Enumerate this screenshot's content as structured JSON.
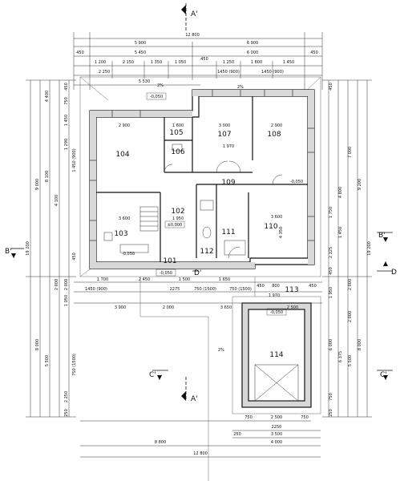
{
  "plan": {
    "rooms": [
      "101",
      "102",
      "103",
      "104",
      "105",
      "106",
      "107",
      "108",
      "109",
      "110",
      "111",
      "112",
      "113",
      "114"
    ],
    "sections": {
      "a_top": "A'",
      "a_bottom": "A'",
      "b_left": "B'",
      "b_right": "B'",
      "c_left": "C'",
      "c_right": "C'",
      "d_right": "D",
      "d_mid": "D'"
    },
    "top_dims": {
      "total": "12 800",
      "row2": [
        "5 900",
        "6 900"
      ],
      "row3": [
        "450",
        "5 450",
        "6 000",
        "450"
      ],
      "row4": [
        "1 200",
        "2 150",
        "1 350",
        "1 050",
        "1 250",
        "1 800",
        "1 450"
      ],
      "row5": [
        "2 250",
        "1450 (900)",
        "1450 (900)"
      ],
      "small": "450",
      "row6": "5 530"
    },
    "bottom_dims": {
      "total": "12 800",
      "row_a": "8 800",
      "row_b": "4 000",
      "row_c": [
        "750",
        "2 500",
        "750"
      ],
      "row_d": "3 500",
      "row_e": "2250",
      "row_f": "250"
    },
    "mid_dims": {
      "row1": [
        "1 700",
        "2 450",
        "1 500",
        "1 650"
      ],
      "row2": [
        "1450 (900)",
        "2275",
        "750 (1500)",
        "750 (1500)",
        "1 970"
      ],
      "row3": [
        "3 900",
        "2 000",
        "3 650",
        "2 500"
      ],
      "near113": [
        "450",
        "800",
        "450"
      ]
    },
    "left_dims": {
      "outer": [
        "19 200",
        "9 000",
        "8 000"
      ],
      "inner": [
        "4 400",
        "8 100",
        "4 100",
        "2 000",
        "5 500"
      ],
      "detail": [
        "450",
        "750",
        "1 450",
        "1 290",
        "1 450 (900)",
        "2 000",
        "1 050",
        "2 250",
        "750 (1500)",
        "250",
        "450"
      ]
    },
    "right_dims": {
      "outer": [
        "19 200",
        "9 200",
        "8 000"
      ],
      "inner": [
        "7 000",
        "4 800",
        "2 000",
        "6 375",
        "5 500"
      ],
      "detail": [
        "450",
        "1 750",
        "1 450",
        "2 325",
        "450",
        "1 950",
        "2 000",
        "6 000",
        "750",
        "250"
      ]
    },
    "annotations": {
      "levels": [
        "-0,050",
        "±0,000",
        "-0,050",
        "-0,050",
        "-0,050",
        "-0,050"
      ],
      "slopes": [
        "2%",
        "2%",
        "2%"
      ],
      "room_dims": [
        "3 000",
        "2 900",
        "4 350",
        "3 600",
        "2 900",
        "3 600",
        "1 950",
        "1 600",
        "1 970"
      ]
    }
  }
}
